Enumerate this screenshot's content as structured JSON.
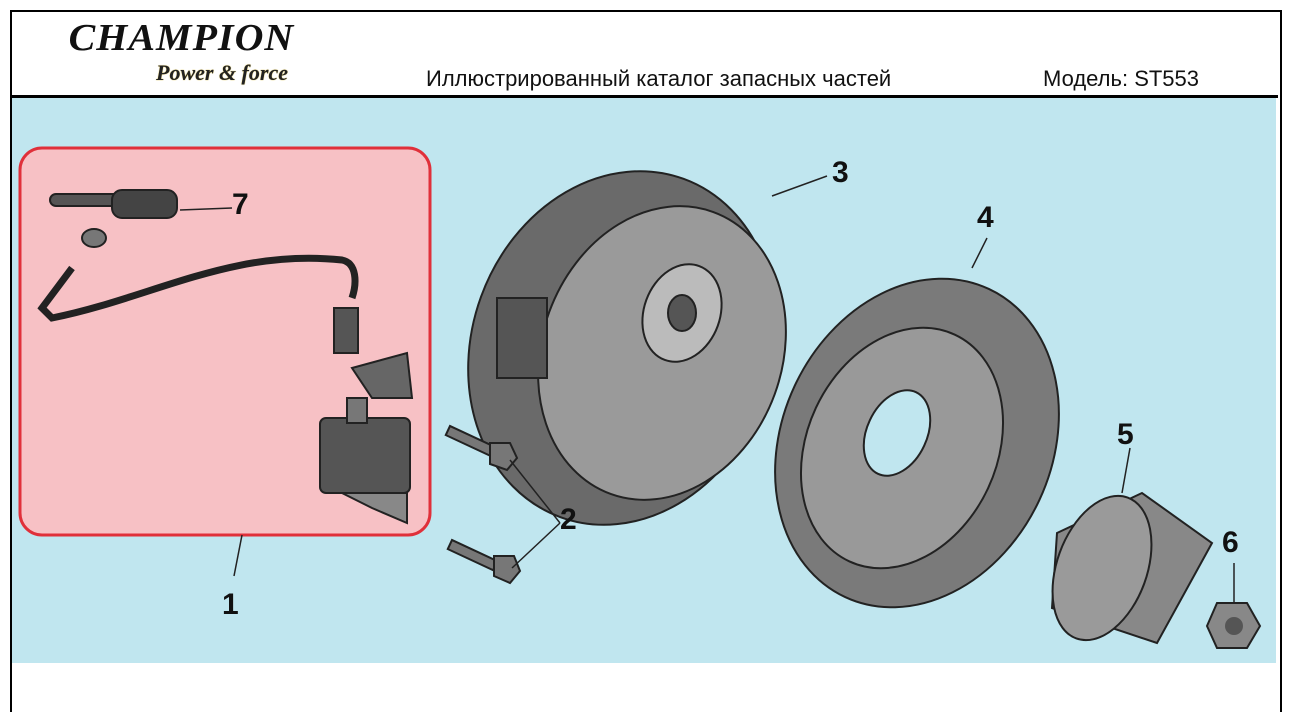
{
  "header": {
    "brand": "CHAMPION",
    "tagline": "Power & force",
    "title": "Иллюстрированный каталог запасных частей",
    "model": "Модель: ST553"
  },
  "diagram": {
    "callouts": [
      "1",
      "2",
      "3",
      "4",
      "5",
      "6",
      "7"
    ],
    "colors": {
      "background": "#c0e6ef",
      "group_fill": "#f7c1c5",
      "group_border": "#e0303a"
    }
  }
}
